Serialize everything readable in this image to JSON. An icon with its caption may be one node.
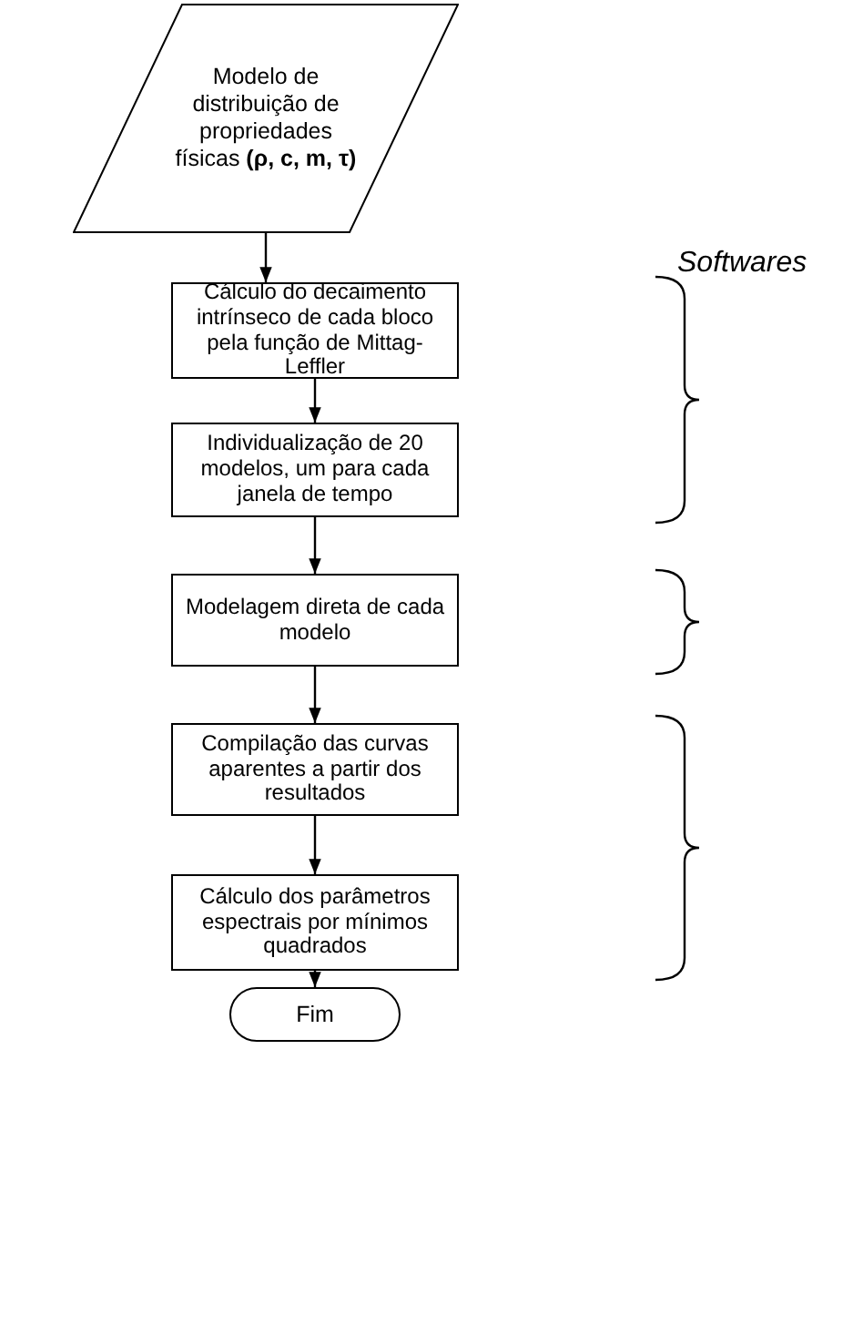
{
  "diagram": {
    "nodes": [
      {
        "text": [
          "Modelo de distribuição de propriedades físicas **(ρ, c, m, τ)**"
        ]
      },
      {
        "text": [
          "Cálculo do decaimento intrínseco de cada bloco pela função de Mittag-Leffler"
        ]
      },
      {
        "text": [
          "Individualização de 20 modelos, um para cada janela de tempo"
        ]
      },
      {
        "text": [
          "Modelagem direta de cada modelo"
        ]
      },
      {
        "text": [
          "Compilação das curvas aparentes a partir dos resultados"
        ]
      },
      {
        "text": [
          "Cálculo dos parâmetros espectrais por mínimos quadrados"
        ]
      },
      {
        "text": [
          "Fim"
        ]
      }
    ],
    "edges": [
      {
        "from": 0,
        "to": 1,
        "arrow": "to"
      },
      {
        "from": 1,
        "to": 2,
        "arrow": "to"
      },
      {
        "from": 2,
        "to": 3,
        "arrow": "to"
      },
      {
        "from": 3,
        "to": 4,
        "arrow": "to"
      },
      {
        "from": 4,
        "to": 5,
        "arrow": "to"
      },
      {
        "from": 5,
        "to": 6,
        "arrow": "to"
      }
    ],
    "labels": [
      "Softwares"
    ]
  }
}
